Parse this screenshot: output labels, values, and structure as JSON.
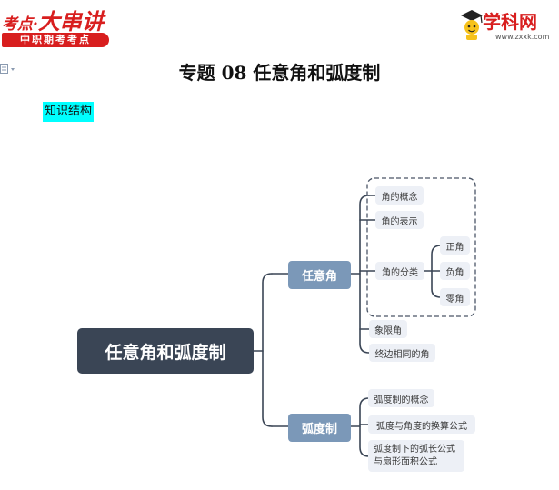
{
  "header": {
    "brand_left_top_1": "考点·",
    "brand_left_top_2": "大串讲",
    "brand_left_bottom": "中职期考考点",
    "brand_right_name": "学科网",
    "brand_right_url": "www.zxxk.com"
  },
  "document": {
    "title": "专题 08  任意角和弧度制",
    "section_label": "知识结构"
  },
  "mindmap": {
    "root": "任意角和弧度制",
    "branch_angle": "任意角",
    "branch_radian": "弧度制",
    "angle_concept": "角的概念",
    "angle_representation": "角的表示",
    "angle_classification": "角的分类",
    "positive_angle": "正角",
    "negative_angle": "负角",
    "zero_angle": "零角",
    "quadrant_angle": "象限角",
    "coterminal_angle": "终边相同的角",
    "radian_concept": "弧度制的概念",
    "radian_conversion": "弧度与角度的换算公式",
    "arc_length_line1": "弧度制下的弧长公式",
    "arc_length_line2": "与扇形面积公式"
  },
  "colors": {
    "brand_red": "#d81e1e",
    "root_fill": "#3a4555",
    "branch_fill": "#7b98b8",
    "leaf_fill": "#edf0f6",
    "connector": "#3a4555",
    "highlight": "#00ffff"
  },
  "icons": [
    "mascot-icon",
    "document-icon"
  ]
}
